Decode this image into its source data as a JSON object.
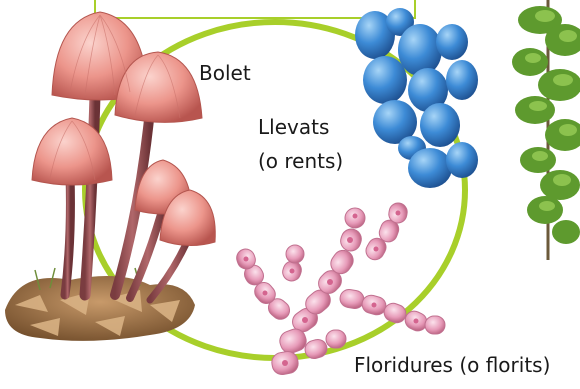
{
  "labels": {
    "bolet": "Bolet",
    "llevats_line1": "Llevats",
    "llevats_line2": "(o rents)",
    "floridures": "Floridures (o florits)"
  },
  "icons": [
    "mushroom-illustration",
    "yeast-cells-illustration",
    "mold-hyphae-illustration",
    "moss-plant-illustration"
  ],
  "colors": {
    "circle": "#a8cf2a",
    "mushroom_cap": "#e88e84",
    "yeast": "#3a86d1",
    "mold": "#e8a3bf",
    "moss": "#5e9a2e"
  }
}
